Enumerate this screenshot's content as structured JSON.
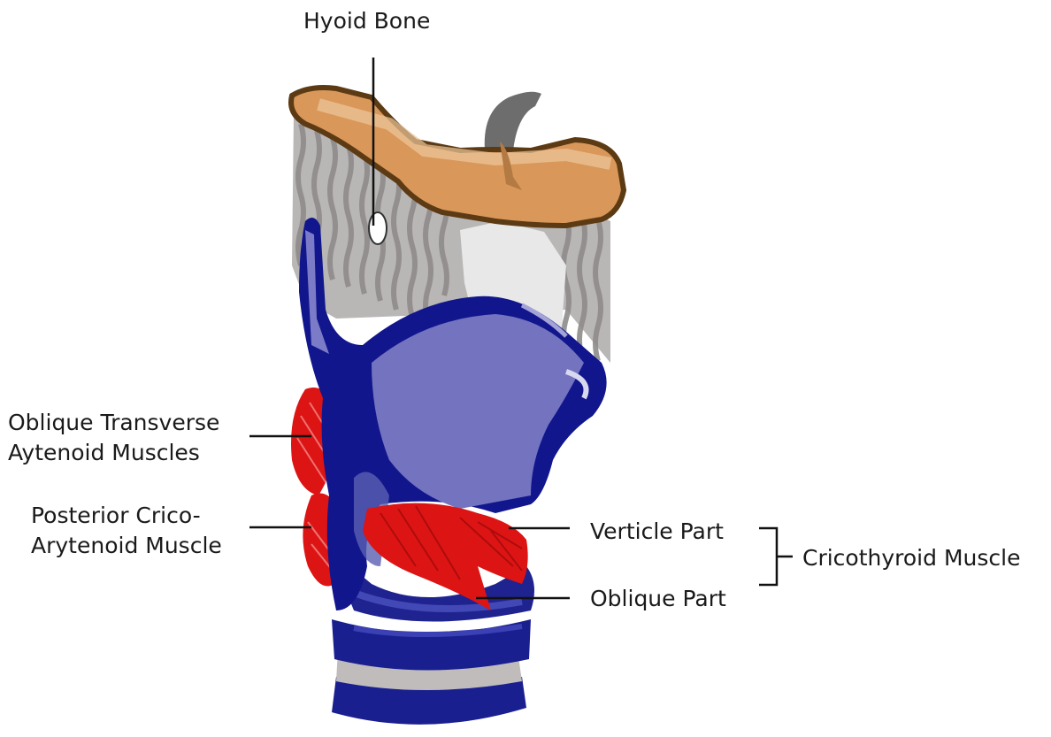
{
  "labels": {
    "hyoid_bone": "Hyoid Bone",
    "oblique_transverse_line1": "Oblique Transverse",
    "oblique_transverse_line2": "Aytenoid Muscles",
    "posterior_line1": "Posterior Crico-",
    "posterior_line2": "Arytenoid Muscle",
    "verticle_part": "Verticle Part",
    "oblique_part": "Oblique Part",
    "cricothyroid_muscle": "Cricothyroid Muscle"
  },
  "colors": {
    "cartilage_dark": "#11168c",
    "cartilage_mid": "#2a2fa6",
    "cartilage_light": "#7373c0",
    "muscle_red": "#dd1414",
    "muscle_dark": "#a80c0c",
    "bone_tan": "#d9975a",
    "bone_outline": "#5c3a14",
    "membrane_gray": "#b9b6b6",
    "membrane_light": "#e8e8e8",
    "leader_line": "#111111"
  }
}
